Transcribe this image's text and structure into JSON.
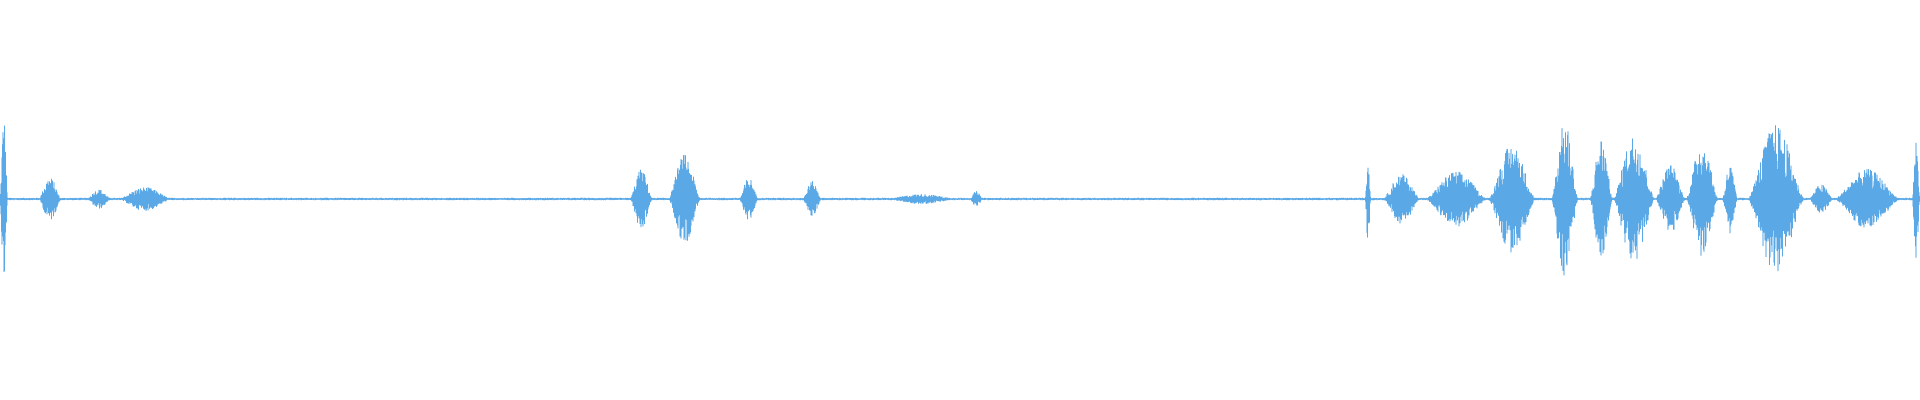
{
  "waveform": {
    "color": "#5aa9e6",
    "background": "#ffffff",
    "bursts": [
      {
        "start": 0.0,
        "end": 0.004,
        "amp": 0.85
      },
      {
        "start": 0.02,
        "end": 0.032,
        "amp": 0.22
      },
      {
        "start": 0.045,
        "end": 0.058,
        "amp": 0.1
      },
      {
        "start": 0.061,
        "end": 0.09,
        "amp": 0.12
      },
      {
        "start": 0.328,
        "end": 0.34,
        "amp": 0.3
      },
      {
        "start": 0.348,
        "end": 0.365,
        "amp": 0.45
      },
      {
        "start": 0.385,
        "end": 0.395,
        "amp": 0.22
      },
      {
        "start": 0.418,
        "end": 0.428,
        "amp": 0.18
      },
      {
        "start": 0.46,
        "end": 0.5,
        "amp": 0.05
      },
      {
        "start": 0.505,
        "end": 0.512,
        "amp": 0.08
      },
      {
        "start": 0.711,
        "end": 0.714,
        "amp": 0.45
      },
      {
        "start": 0.72,
        "end": 0.74,
        "amp": 0.25
      },
      {
        "start": 0.742,
        "end": 0.775,
        "amp": 0.28
      },
      {
        "start": 0.775,
        "end": 0.8,
        "amp": 0.55
      },
      {
        "start": 0.808,
        "end": 0.822,
        "amp": 0.78
      },
      {
        "start": 0.828,
        "end": 0.84,
        "amp": 0.62
      },
      {
        "start": 0.84,
        "end": 0.862,
        "amp": 0.65
      },
      {
        "start": 0.862,
        "end": 0.878,
        "amp": 0.35
      },
      {
        "start": 0.878,
        "end": 0.895,
        "amp": 0.58
      },
      {
        "start": 0.897,
        "end": 0.905,
        "amp": 0.35
      },
      {
        "start": 0.91,
        "end": 0.94,
        "amp": 0.75
      },
      {
        "start": 0.942,
        "end": 0.955,
        "amp": 0.15
      },
      {
        "start": 0.955,
        "end": 0.99,
        "amp": 0.3
      },
      {
        "start": 0.996,
        "end": 1.0,
        "amp": 0.62
      }
    ],
    "noise_floor": 0.012
  }
}
